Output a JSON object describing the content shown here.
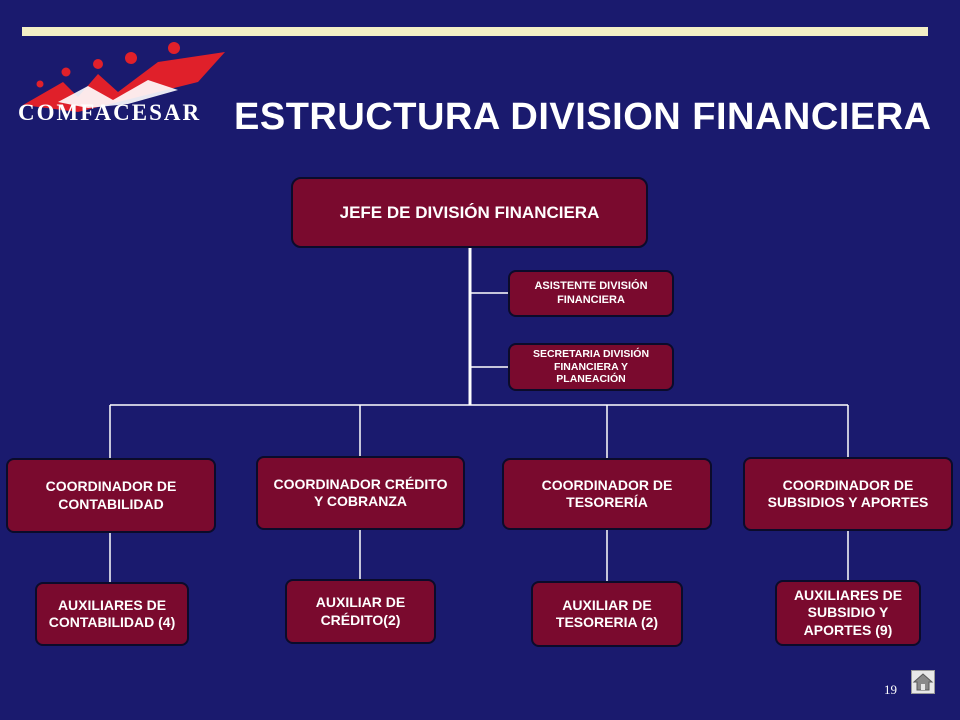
{
  "logo": {
    "text": "COMFACESAR"
  },
  "title": "ESTRUCTURA DIVISION FINANCIERA",
  "page_number": "19",
  "colors": {
    "background": "#1a1a6e",
    "box_fill": "#7a0a2e",
    "top_bar": "#f3efc6",
    "logo_red": "#e0202a",
    "lines": "#ffffff"
  },
  "org": {
    "head": "JEFE DE DIVISIÓN FINANCIERA",
    "staff": [
      "ASISTENTE DIVISIÓN FINANCIERA",
      "SECRETARIA DIVISIÓN FINANCIERA Y PLANEACIÓN"
    ],
    "coordinators": [
      "COORDINADOR DE CONTABILIDAD",
      "COORDINADOR CRÉDITO Y COBRANZA",
      "COORDINADOR DE TESORERÍA",
      "COORDINADOR DE SUBSIDIOS Y APORTES"
    ],
    "auxiliaries": [
      "AUXILIARES DE CONTABILIDAD (4)",
      "AUXILIAR DE CRÉDITO(2)",
      "AUXILIAR DE TESORERIA (2)",
      "AUXILIARES DE SUBSIDIO Y APORTES (9)"
    ]
  },
  "icons": {
    "home_button": "home-icon",
    "logo": "comfacesar-logo-icon"
  }
}
